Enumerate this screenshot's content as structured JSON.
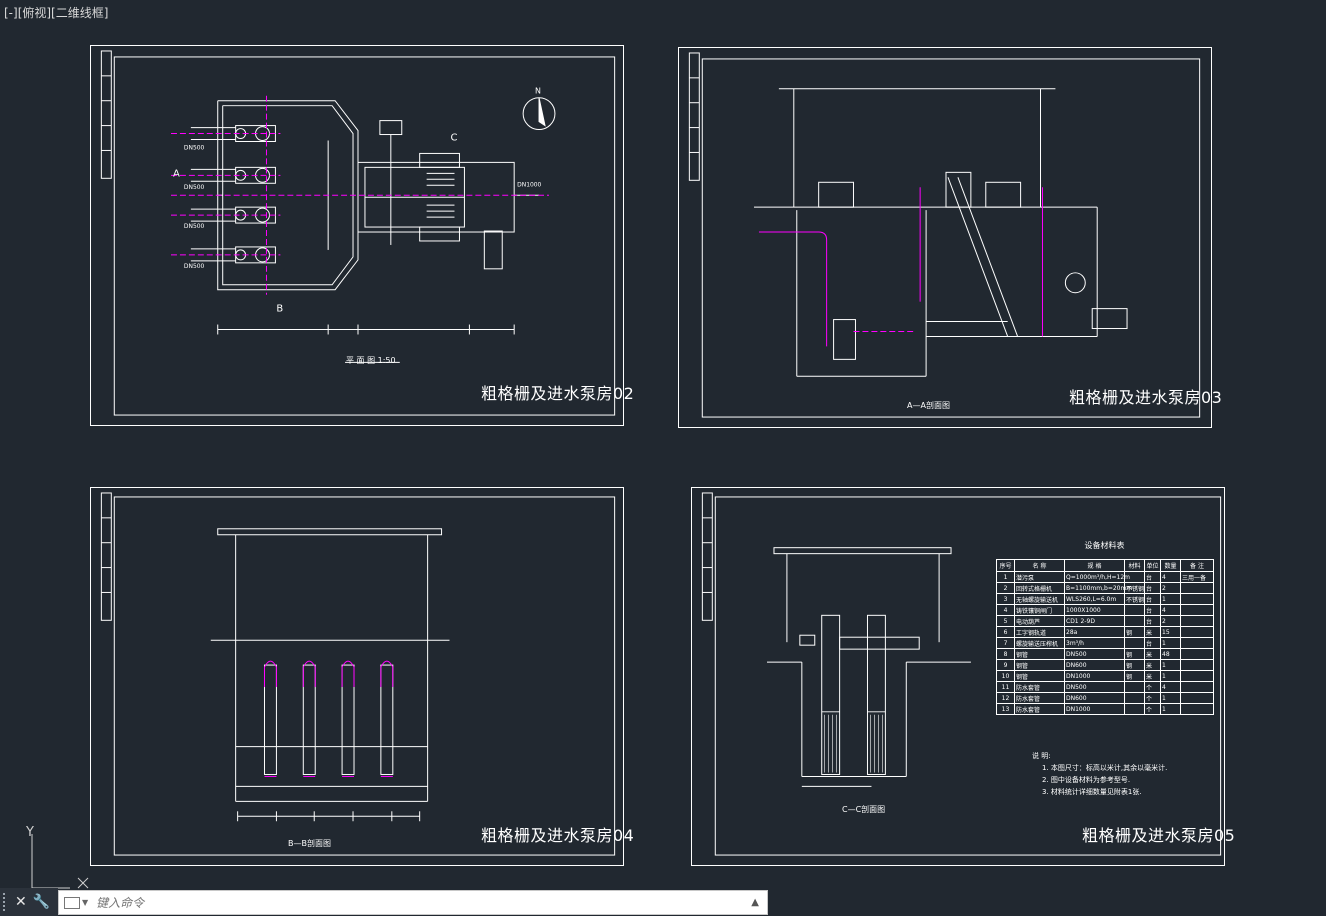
{
  "viewport": {
    "label": "[-][俯视][二维线框]"
  },
  "sheets": [
    {
      "title": "粗格栅及进水泵房02",
      "view_label": "平 面 图 1:50"
    },
    {
      "title": "粗格栅及进水泵房03",
      "view_label": "A—A剖面图"
    },
    {
      "title": "粗格栅及进水泵房04",
      "view_label": "B—B剖面图"
    },
    {
      "title": "粗格栅及进水泵房05",
      "view_label": "C—C剖面图"
    }
  ],
  "plan_labels": {
    "pipe": "DN500",
    "section_a": "A",
    "section_b": "B",
    "section_c": "C",
    "outlet": "DN1000",
    "north": "N"
  },
  "equipment_table": {
    "title": "设备材料表",
    "headers": [
      "序号",
      "名 称",
      "规 格",
      "材料",
      "单位",
      "数量",
      "备 注"
    ],
    "rows": [
      [
        "1",
        "潜污泵",
        "Q=1000m³/h,H=12m",
        "",
        "台",
        "4",
        "三用一备"
      ],
      [
        "2",
        "回转式格栅机",
        "B=1100mm,b=20mm",
        "不锈钢",
        "台",
        "2",
        ""
      ],
      [
        "3",
        "无轴螺旋输送机",
        "WLS260,L=6.0m",
        "不锈钢",
        "台",
        "1",
        ""
      ],
      [
        "4",
        "铸铁镶铜闸门",
        "1000X1000",
        "",
        "台",
        "4",
        ""
      ],
      [
        "5",
        "电动葫芦",
        "CD1 2-9D",
        "",
        "台",
        "2",
        ""
      ],
      [
        "6",
        "工字钢轨道",
        "28a",
        "钢",
        "米",
        "15",
        ""
      ],
      [
        "7",
        "螺旋输送压榨机",
        "3m³/h",
        "",
        "台",
        "1",
        ""
      ],
      [
        "8",
        "钢管",
        "DN500",
        "钢",
        "米",
        "48",
        ""
      ],
      [
        "9",
        "钢管",
        "DN600",
        "钢",
        "米",
        "1",
        ""
      ],
      [
        "10",
        "钢管",
        "DN1000",
        "钢",
        "米",
        "1",
        ""
      ],
      [
        "11",
        "防水套管",
        "DN500",
        "",
        "个",
        "4",
        ""
      ],
      [
        "12",
        "防水套管",
        "DN600",
        "",
        "个",
        "1",
        ""
      ],
      [
        "13",
        "防水套管",
        "DN1000",
        "",
        "个",
        "1",
        ""
      ]
    ]
  },
  "notes": {
    "title": "说  明:",
    "items": [
      "1. 本图尺寸：标高以米计,其余以毫米计.",
      "2. 图中设备材料为参考型号.",
      "3. 材料统计详细数量见附表1张."
    ]
  },
  "ucs": {
    "y_axis": "Y"
  },
  "command_line": {
    "close_icon": "close-icon",
    "customize_icon": "wrench-icon",
    "placeholder": "键入命令"
  }
}
